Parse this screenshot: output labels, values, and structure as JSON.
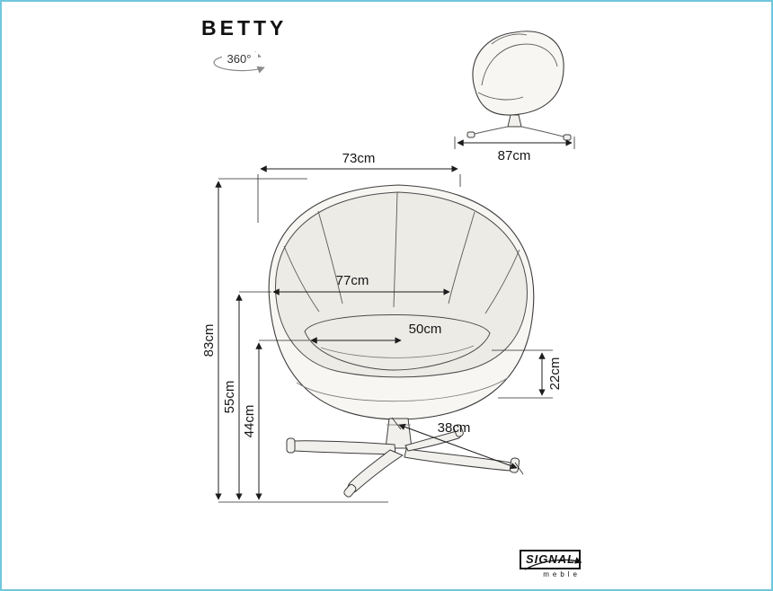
{
  "page": {
    "title": "BETTY",
    "accent_border": "#70c6dd"
  },
  "rotation_badge": {
    "label": "360°"
  },
  "side_view": {
    "depth": "87cm"
  },
  "front_view": {
    "width_back": "73cm",
    "width_inner": "77cm",
    "width_seat": "50cm",
    "height_total": "83cm",
    "height_arm": "55cm",
    "height_seat": "44cm",
    "height_shell": "22cm",
    "base_leg": "38cm"
  },
  "brand": {
    "name": "SIGNAL",
    "subtitle": "meble"
  }
}
